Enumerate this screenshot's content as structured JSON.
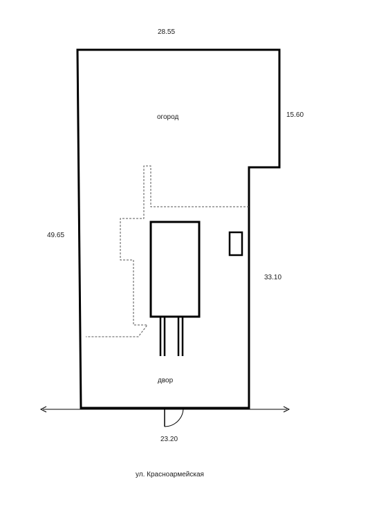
{
  "dimensions": {
    "top": "28.55",
    "right_upper": "15.60",
    "left": "49.65",
    "right_lower": "33.10",
    "bottom": "23.20"
  },
  "zones": {
    "garden": "огород",
    "yard": "двор"
  },
  "street": "ул. Красноармейская",
  "colors": {
    "line": "#000000",
    "dashed": "#555555",
    "background": "#ffffff"
  }
}
